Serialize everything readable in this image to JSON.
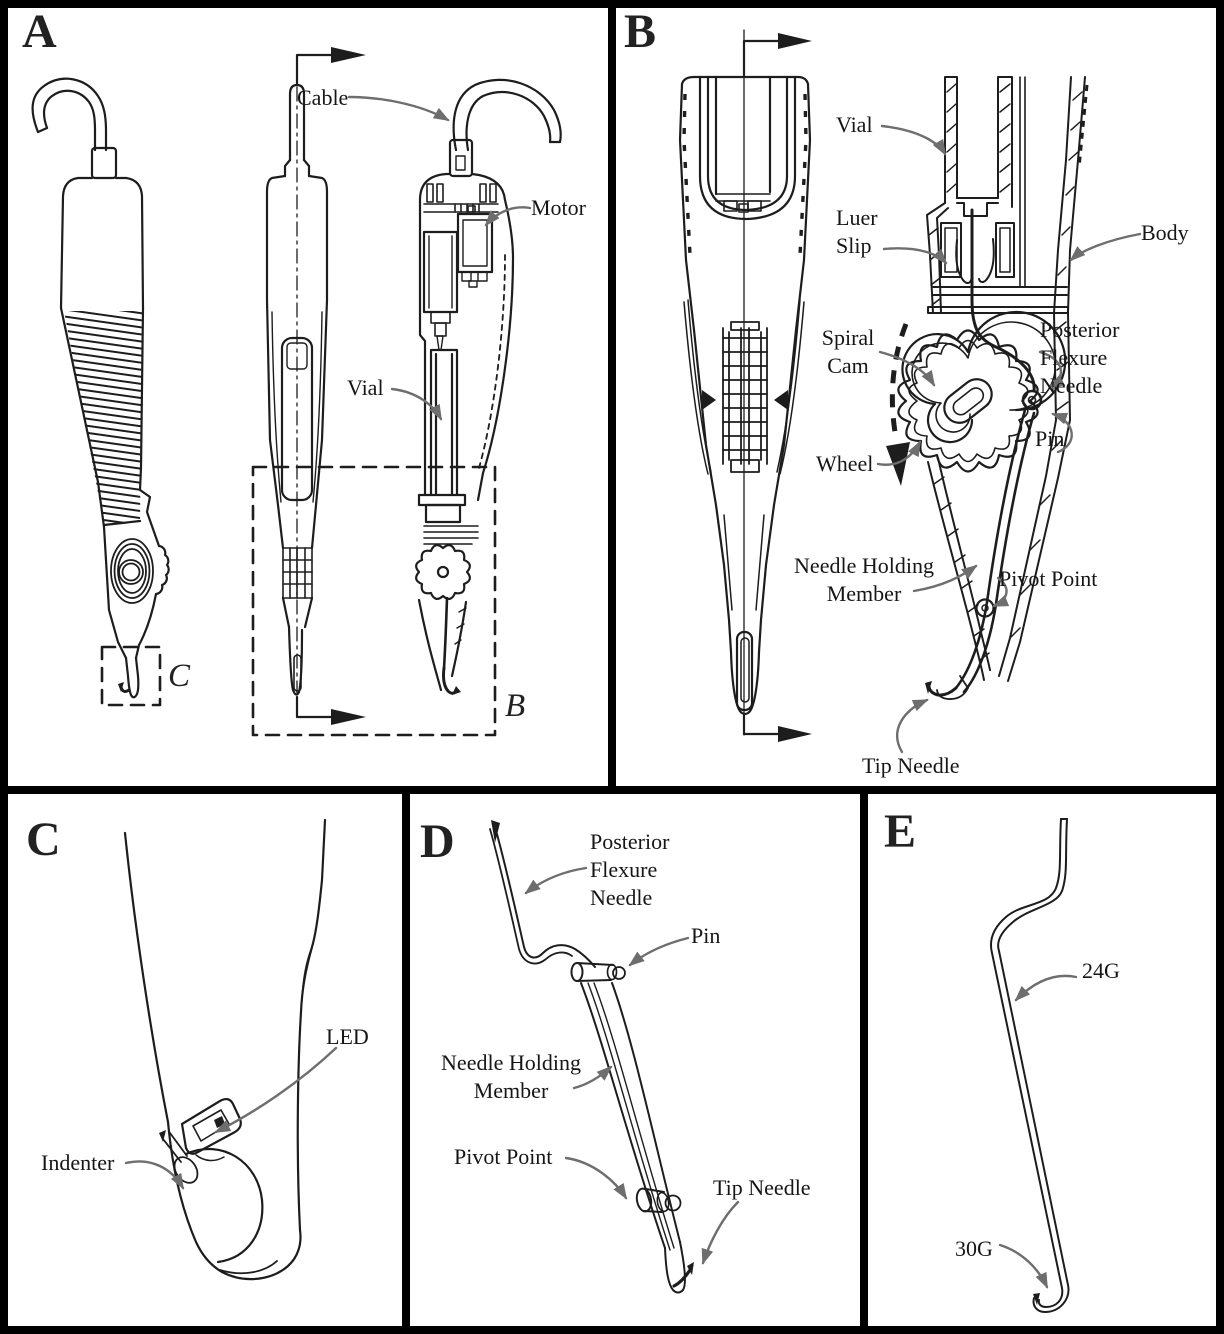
{
  "figure_type": "patent-style injection device diagram",
  "colors": {
    "ink": "#1d1d1d",
    "leader": "#6e6e6e",
    "background": "#ffffff",
    "frame": "#000000"
  },
  "panels": {
    "a": {
      "letter": "A",
      "labels": {
        "cable": "Cable",
        "motor": "Motor",
        "vial": "Vial"
      },
      "inset_markers": {
        "c": "C",
        "b": "B"
      }
    },
    "b": {
      "letter": "B",
      "labels": {
        "vial": "Vial",
        "luer_slip": "Luer\nSlip",
        "body": "Body",
        "posterior_flexure_needle": "Posterior\nFlexure\nNeedle",
        "spiral_cam": "Spiral\nCam",
        "pin": "Pin",
        "wheel": "Wheel",
        "needle_holding_member": "Needle Holding\nMember",
        "pivot_point": "Pivot Point",
        "tip_needle": "Tip Needle"
      }
    },
    "c": {
      "letter": "C",
      "labels": {
        "led": "LED",
        "indenter": "Indenter"
      }
    },
    "d": {
      "letter": "D",
      "labels": {
        "posterior_flexure_needle": "Posterior\nFlexure\nNeedle",
        "pin": "Pin",
        "needle_holding_member": "Needle Holding\nMember",
        "pivot_point": "Pivot Point",
        "tip_needle": "Tip Needle"
      }
    },
    "e": {
      "letter": "E",
      "labels": {
        "gauge_24": "24G",
        "gauge_30": "30G"
      }
    }
  }
}
